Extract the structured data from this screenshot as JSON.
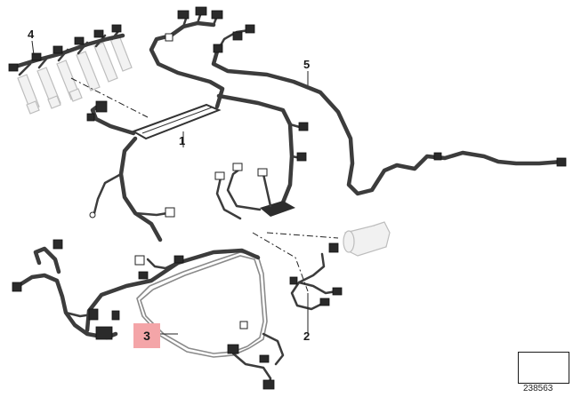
{
  "callouts": {
    "part_1": "1",
    "part_2": "2",
    "part_3": "3",
    "part_4": "4",
    "part_5": "5"
  },
  "diagram_id": "238563",
  "colors": {
    "wire": "#3c3c3c",
    "highlight": "#f4a5a8",
    "injector_ghost": "#bdbdbd"
  },
  "icons": {
    "corner": "arrow-symbol-icon"
  }
}
